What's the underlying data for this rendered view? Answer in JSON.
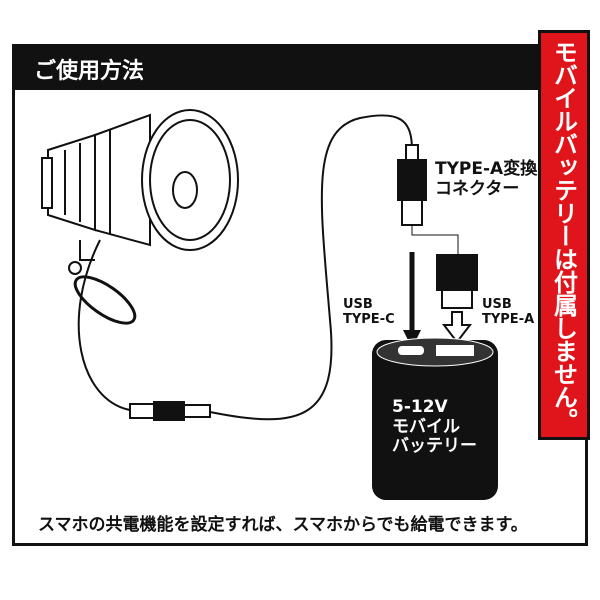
{
  "header": {
    "title": "ご使用方法"
  },
  "banner": {
    "text": "モバイルバッテリーは付属しません。",
    "color": "#e0151b"
  },
  "labels": {
    "converter": [
      "TYPE-A変換",
      "コネクター"
    ],
    "usb_c": [
      "USB",
      "TYPE-C"
    ],
    "usb_a": [
      "USB",
      "TYPE-A"
    ]
  },
  "battery": {
    "lines": [
      "5-12V",
      "モバイル",
      "バッテリー"
    ]
  },
  "footer": {
    "note": "スマホの共電機能を設定すれば、スマホからでも給電できます。"
  }
}
